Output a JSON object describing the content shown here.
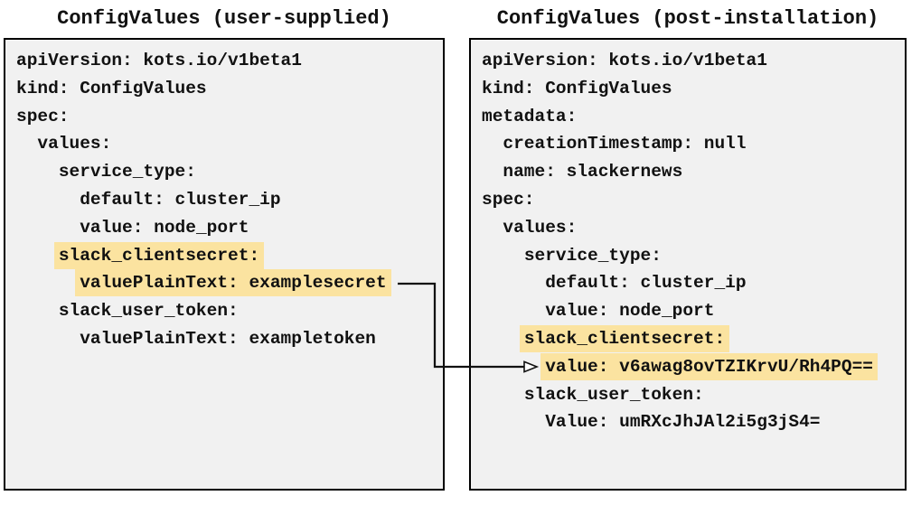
{
  "figure": {
    "colors": {
      "highlight": "#fbe3a0",
      "panel_background": "#f1f1f1",
      "panel_border": "#000000",
      "text": "#111111",
      "arrow": "#111111"
    },
    "panels": [
      {
        "id": "user-supplied",
        "title": "ConfigValues (user-supplied)",
        "lines": [
          {
            "indent": "",
            "text": "apiVersion: kots.io/v1beta1",
            "highlight": false
          },
          {
            "indent": "",
            "text": "kind: ConfigValues",
            "highlight": false
          },
          {
            "indent": "",
            "text": "spec:",
            "highlight": false
          },
          {
            "indent": "  ",
            "text": "values:",
            "highlight": false
          },
          {
            "indent": "    ",
            "text": "service_type:",
            "highlight": false
          },
          {
            "indent": "      ",
            "text": "default: cluster_ip",
            "highlight": false
          },
          {
            "indent": "      ",
            "text": "value: node_port",
            "highlight": false
          },
          {
            "indent": "    ",
            "text": "slack_clientsecret:",
            "highlight": true
          },
          {
            "indent": "      ",
            "text": "valuePlainText: examplesecret",
            "highlight": true
          },
          {
            "indent": "    ",
            "text": "slack_user_token:",
            "highlight": false
          },
          {
            "indent": "      ",
            "text": "valuePlainText: exampletoken",
            "highlight": false
          }
        ]
      },
      {
        "id": "post-installation",
        "title": "ConfigValues (post-installation)",
        "lines": [
          {
            "indent": "",
            "text": "apiVersion: kots.io/v1beta1",
            "highlight": false
          },
          {
            "indent": "",
            "text": "kind: ConfigValues",
            "highlight": false
          },
          {
            "indent": "",
            "text": "metadata:",
            "highlight": false
          },
          {
            "indent": "  ",
            "text": "creationTimestamp: null",
            "highlight": false
          },
          {
            "indent": "  ",
            "text": "name: slackernews",
            "highlight": false
          },
          {
            "indent": "",
            "text": "spec:",
            "highlight": false
          },
          {
            "indent": "  ",
            "text": "values:",
            "highlight": false
          },
          {
            "indent": "    ",
            "text": "service_type:",
            "highlight": false
          },
          {
            "indent": "      ",
            "text": "default: cluster_ip",
            "highlight": false
          },
          {
            "indent": "      ",
            "text": "value: node_port",
            "highlight": false
          },
          {
            "indent": "    ",
            "text": "slack_clientsecret:",
            "highlight": true
          },
          {
            "indent": "      ",
            "text": "value: v6awag8ovTZIKrvU/Rh4PQ==",
            "highlight": true
          },
          {
            "indent": "    ",
            "text": "slack_user_token:",
            "highlight": false
          },
          {
            "indent": "      ",
            "text": "Value: umRXcJhJAl2i5g3jS4=",
            "highlight": false
          }
        ]
      }
    ],
    "arrow": {
      "from_text": "valuePlainText: examplesecret",
      "to_text": "value: v6awag8ovTZIKrvU/Rh4PQ=="
    }
  }
}
